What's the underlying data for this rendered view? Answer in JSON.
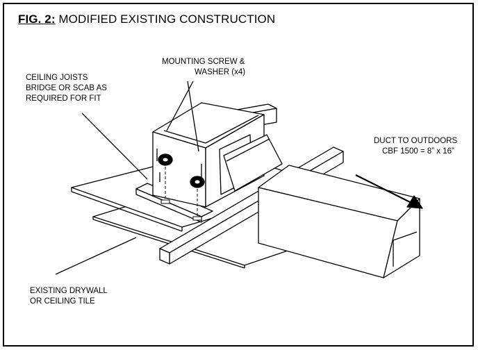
{
  "figure": {
    "number": "FIG. 2:",
    "title": "MODIFIED EXISTING CONSTRUCTION"
  },
  "labels": {
    "mounting_screw_line1": "MOUNTING SCREW &",
    "mounting_screw_line2": "WASHER (x4)",
    "ceiling_joists_line1": "CEILING JOISTS",
    "ceiling_joists_line2": "BRIDGE OR SCAB AS",
    "ceiling_joists_line3": "REQUIRED FOR FIT",
    "duct_line1": "DUCT TO OUTDOORS",
    "duct_line2": "CBF 1500 = 8” x 16”",
    "drywall_line1": "EXISTING DRYWALL",
    "drywall_line2": "OR CEILING TILE"
  },
  "colors": {
    "line": "#000000",
    "background": "#ffffff"
  }
}
